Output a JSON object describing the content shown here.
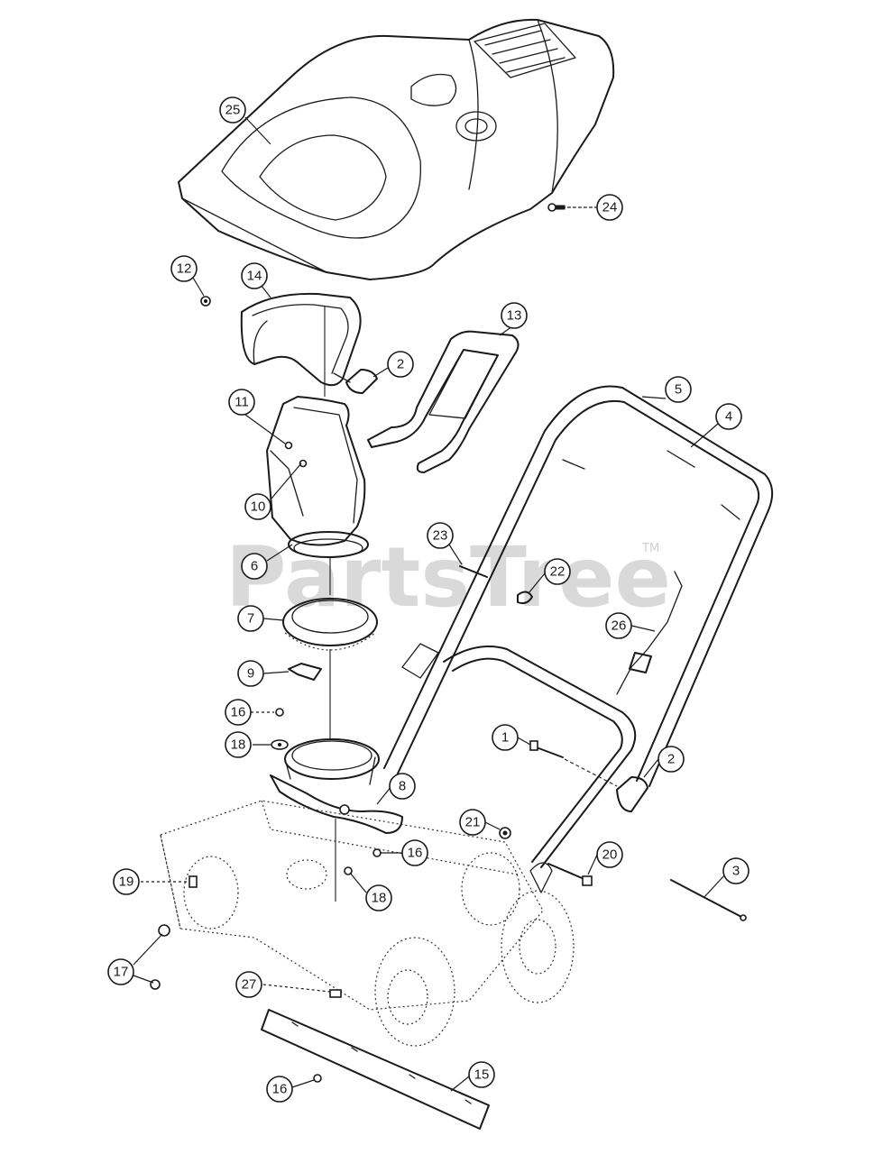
{
  "watermark": {
    "text": "PartsTree",
    "tm": "TM"
  },
  "callouts": [
    {
      "label": "25",
      "part": "shroud"
    },
    {
      "label": "24",
      "part": "screw"
    },
    {
      "label": "12",
      "part": "nut"
    },
    {
      "label": "14",
      "part": "chute-deflector"
    },
    {
      "label": "2",
      "part": "knob"
    },
    {
      "label": "13",
      "part": "handle-grip"
    },
    {
      "label": "5",
      "part": "upper-handle"
    },
    {
      "label": "4",
      "part": "handle-bail"
    },
    {
      "label": "11",
      "part": "bolt"
    },
    {
      "label": "10",
      "part": "bolt"
    },
    {
      "label": "6",
      "part": "discharge-chute"
    },
    {
      "label": "23",
      "part": "pin"
    },
    {
      "label": "22",
      "part": "clip"
    },
    {
      "label": "7",
      "part": "chute-ring"
    },
    {
      "label": "26",
      "part": "cable"
    },
    {
      "label": "9",
      "part": "chute-clip"
    },
    {
      "label": "16",
      "part": "nut"
    },
    {
      "label": "18",
      "part": "washer"
    },
    {
      "label": "1",
      "part": "handle-bolt"
    },
    {
      "label": "2",
      "part": "knob"
    },
    {
      "label": "8",
      "part": "chute-base"
    },
    {
      "label": "21",
      "part": "nut"
    },
    {
      "label": "16",
      "part": "nut"
    },
    {
      "label": "20",
      "part": "bolt"
    },
    {
      "label": "19",
      "part": "bolt"
    },
    {
      "label": "18",
      "part": "washer"
    },
    {
      "label": "3",
      "part": "axle"
    },
    {
      "label": "17",
      "part": "carriage-bolt"
    },
    {
      "label": "27",
      "part": "housing"
    },
    {
      "label": "16",
      "part": "nut"
    },
    {
      "label": "15",
      "part": "scraper-bar"
    }
  ]
}
